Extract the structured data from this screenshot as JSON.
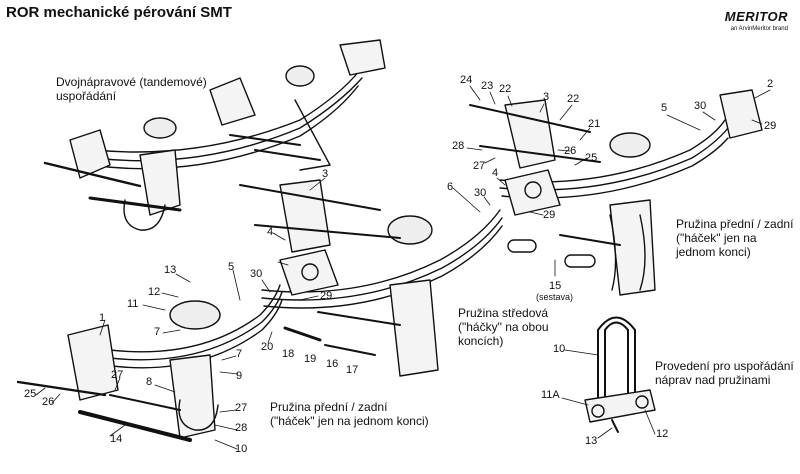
{
  "title": "ROR mechanické pérování SMT",
  "brand": {
    "name": "MERITOR",
    "tagline": "an ArvinMeritor brand"
  },
  "captions": {
    "tandem": [
      "Dvojnápravové (tandemové)",
      "uspořádání"
    ],
    "right_spring": [
      "Pružina přední / zadní",
      "(\"háček\" jen na",
      "jednom konci)"
    ],
    "middle_spring": [
      "Pružina středová",
      "(\"háčky\" na obou",
      "koncích)"
    ],
    "front_spring": [
      "Pružina přední / zadní",
      "(\"háček\" jen na jednom konci)"
    ],
    "overspring": [
      "Provedení pro uspořádání",
      "náprav nad pružinami"
    ],
    "assembly": "(sestava)"
  },
  "part_numbers": {
    "top_right": [
      "24",
      "23",
      "22",
      "3",
      "22",
      "2",
      "5",
      "30",
      "29",
      "21",
      "28",
      "27",
      "26",
      "25",
      "4",
      "6",
      "30",
      "29"
    ],
    "middle": [
      "3",
      "4",
      "30",
      "29",
      "15"
    ],
    "bottom_left": [
      "13",
      "12",
      "11",
      "5",
      "7",
      "1",
      "20",
      "18",
      "19",
      "16",
      "17",
      "7",
      "9",
      "8",
      "25",
      "26",
      "27",
      "27",
      "28",
      "14",
      "10"
    ],
    "overspring": [
      "10",
      "11A",
      "12",
      "13"
    ]
  }
}
